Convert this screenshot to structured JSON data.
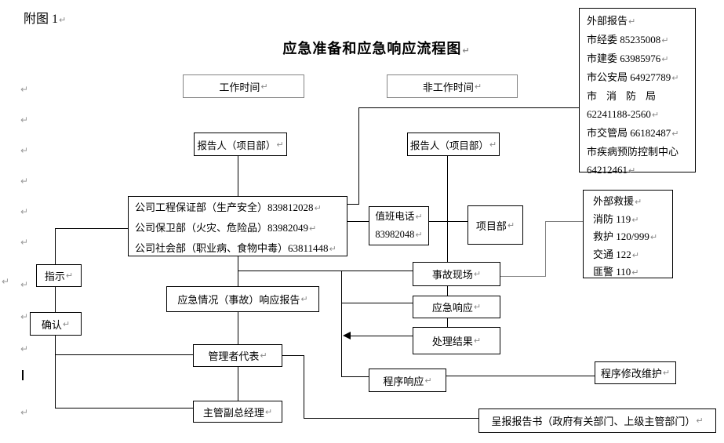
{
  "doc": {
    "figure_label": "附图 1",
    "title": "应急准备和应急响应流程图",
    "pilcrow": "↵"
  },
  "boxes": {
    "work_time": "工作时间",
    "non_work_time": "非工作时间",
    "reporter_left": "报告人（项目部）",
    "reporter_right": "报告人（项目部）",
    "external_report": {
      "lines": [
        "外部报告",
        "市经委 85235008",
        "市建委 63985976",
        "市公安局 64927789",
        "市消防局",
        "62241188-2560",
        "市交管局 66182487",
        "市疾病预防控制中心",
        "64212461"
      ]
    },
    "company": {
      "lines": [
        "公司工程保证部（生产安全）839812028",
        "公司保卫部（火灾、危险品）83982049",
        "公司社会部（职业病、食物中毒）63811448"
      ]
    },
    "duty_phone": {
      "lines": [
        "值班电话",
        "83982048"
      ]
    },
    "project_dept": "项目部",
    "external_rescue": {
      "lines": [
        "外部救援",
        "消防 119",
        "救护 120/999",
        "交通 122",
        "匪警 110"
      ]
    },
    "instruct": "指示",
    "confirm": "确认",
    "emergency_report": "应急情况（事故）响应报告",
    "accident_scene": "事故现场",
    "emergency_response": "应急响应",
    "handle_result": "处理结果",
    "management_rep": "管理者代表",
    "deputy_gm": "主管副总经理",
    "procedure_response": "程序响应",
    "procedure_maintain": "程序修改维护",
    "submit_report": "呈报报告书（政府有关部门、上级主管部门）"
  },
  "colors": {
    "line": "#000000",
    "gray_line": "#808080",
    "gray_border": "#848484",
    "pilcrow": "#9a9a9a"
  }
}
